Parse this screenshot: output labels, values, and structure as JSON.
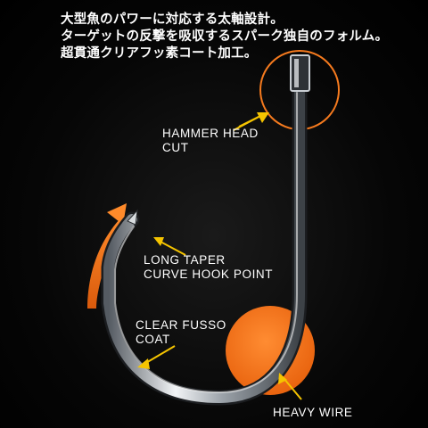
{
  "intro": {
    "line1": "大型魚のパワーに対応する太軸設計。",
    "line2": "ターゲットの反撃を吸収するスパーク独自のフォルム。",
    "line3": "超貫通クリアフッ素コート加工。"
  },
  "callouts": {
    "hammer_head_line1": "HAMMER HEAD",
    "hammer_head_line2": "CUT",
    "long_taper_line1": "LONG TAPER",
    "long_taper_line2": "CURVE HOOK POINT",
    "clear_fusso_line1": "CLEAR FUSSO",
    "clear_fusso_line2": "COAT",
    "heavy_wire": "HEAVY WIRE"
  },
  "colors": {
    "background": "#000000",
    "accent_orange": "#f57a1e",
    "arrow_yellow": "#f5c400",
    "text": "#ffffff"
  }
}
